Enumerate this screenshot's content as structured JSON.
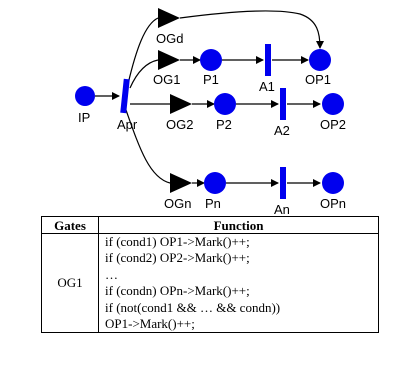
{
  "net": {
    "places": {
      "ip": "IP",
      "p1": "P1",
      "p2": "P2",
      "pn": "Pn",
      "op1": "OP1",
      "op2": "OP2",
      "opn": "OPn"
    },
    "transitions": {
      "apr": "Apr",
      "a1": "A1",
      "a2": "A2",
      "an": "An"
    },
    "gates": {
      "ogd": "OGd",
      "og1": "OG1",
      "og2": "OG2",
      "ogn": "OGn"
    },
    "colors": {
      "place": "#0000ee",
      "transition": "#0000ee",
      "gate": "#000000",
      "arc": "#000000"
    }
  },
  "table": {
    "headers": {
      "gates": "Gates",
      "function": "Function"
    },
    "rows": [
      {
        "gate": "OG1",
        "function_lines": [
          "if (cond1) OP1->Mark()++;",
          "if (cond2) OP2->Mark()++;",
          "…",
          "if (condn) OPn->Mark()++;",
          "if (not(cond1 && … && condn))",
          "OP1->Mark()++;"
        ]
      }
    ]
  }
}
